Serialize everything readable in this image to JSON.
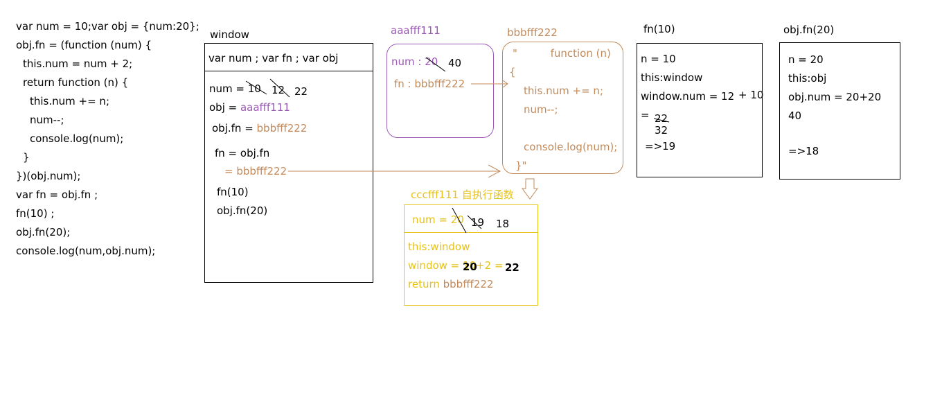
{
  "code": {
    "lines": [
      "var num = 10;var obj = {num:20};",
      "obj.fn = (function (num) {",
      "this.num = num + 2;",
      "return function (n) {",
      "this.num += n;",
      "num--;",
      "console.log(num);",
      "}",
      "})(obj.num);",
      "var fn = obj.fn ;",
      "fn(10) ;",
      "obj.fn(20);",
      "console.log(num,obj.num);"
    ]
  },
  "window_box": {
    "title": "window",
    "header": "var num ; var fn  ;  var obj",
    "num_label": "num = ",
    "num_v1": "10",
    "num_v2": "12",
    "num_v3": "22",
    "obj_label": "obj = ",
    "obj_value": "aaafff111",
    "objfn_label": "obj.fn = ",
    "objfn_value": "bbbfff222",
    "fn_assign": "fn = obj.fn",
    "fn_value": "= bbbfff222",
    "call1": "fn(10)",
    "call2": "obj.fn(20)"
  },
  "heap_a": {
    "title": "aaafff111",
    "num_label": "num : ",
    "num_old": "20",
    "num_new": "40",
    "fn_line": "fn : bbbfff222"
  },
  "heap_b": {
    "title": "bbbfff222",
    "l1": "\"          function (n)",
    "l2": "{",
    "l3": "this.num += n;",
    "l4": "num--;",
    "l5": "console.log(num);",
    "l6": "}\""
  },
  "scope_c": {
    "title": "cccfff111 自执行函数",
    "num_label": "num = ",
    "num_old": "20",
    "num_v2": "19",
    "num_v3": "18",
    "this_line": "this:window",
    "window_label": "window = ",
    "window_struck": "10",
    "window_mid": "+2 = ",
    "window_over1": "20",
    "window_over2": "22",
    "return_label": "return ",
    "return_value": "bbbfff222"
  },
  "fn10": {
    "title": "fn(10)",
    "l1": "n = 10",
    "l2": "this:window",
    "l3a": "window.num = ",
    "l3b": "12",
    "l3c": "+ 10",
    "l4a": "=",
    "l4b": "22",
    "l4c": "32",
    "l5": "=>19"
  },
  "objfn20": {
    "title": "obj.fn(20)",
    "l1": "n = 20",
    "l2": "this:obj",
    "l3": "obj.num = 20+20",
    "l4": "40",
    "l5": "=>18"
  },
  "colors": {
    "purple": "#9b59b6",
    "brown": "#c28a5a",
    "yellow": "#e6c21a",
    "black": "#000000"
  }
}
